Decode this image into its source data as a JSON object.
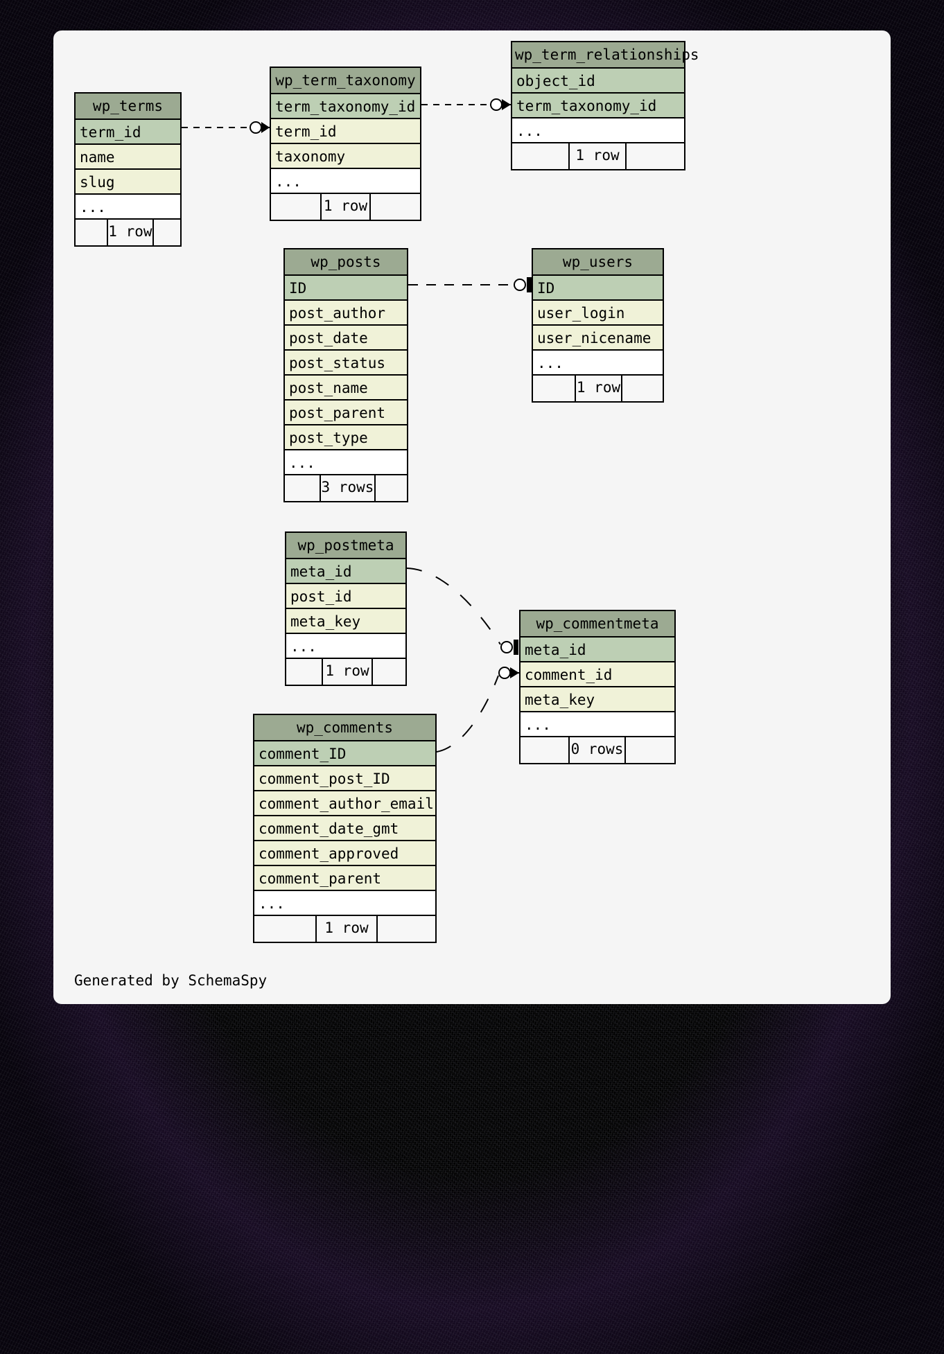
{
  "diagram": {
    "generator_text": "Generated by SchemaSpy",
    "colors": {
      "title_bg": "#9caa92",
      "pk_bg": "#bdcfb4",
      "column_bg": "#f0f2d8",
      "canvas_bg": "#f5f5f5",
      "border": "#000000"
    }
  },
  "tables": [
    {
      "name": "wp_terms",
      "columns": [
        {
          "label": "term_id",
          "kind": "pk"
        },
        {
          "label": "name",
          "kind": "column"
        },
        {
          "label": "slug",
          "kind": "column"
        },
        {
          "label": "...",
          "kind": "more"
        }
      ],
      "footer": {
        "left": "",
        "center": "1 row",
        "right": ""
      }
    },
    {
      "name": "wp_term_taxonomy",
      "columns": [
        {
          "label": "term_taxonomy_id",
          "kind": "pk"
        },
        {
          "label": "term_id",
          "kind": "column"
        },
        {
          "label": "taxonomy",
          "kind": "column"
        },
        {
          "label": "...",
          "kind": "more"
        }
      ],
      "footer": {
        "left": "",
        "center": "1 row",
        "right": ""
      }
    },
    {
      "name": "wp_term_relationships",
      "columns": [
        {
          "label": "object_id",
          "kind": "pk"
        },
        {
          "label": "term_taxonomy_id",
          "kind": "pk"
        },
        {
          "label": "...",
          "kind": "more"
        }
      ],
      "footer": {
        "left": "",
        "center": "1 row",
        "right": ""
      }
    },
    {
      "name": "wp_posts",
      "columns": [
        {
          "label": "ID",
          "kind": "pk"
        },
        {
          "label": "post_author",
          "kind": "column"
        },
        {
          "label": "post_date",
          "kind": "column"
        },
        {
          "label": "post_status",
          "kind": "column"
        },
        {
          "label": "post_name",
          "kind": "column"
        },
        {
          "label": "post_parent",
          "kind": "column"
        },
        {
          "label": "post_type",
          "kind": "column"
        },
        {
          "label": "...",
          "kind": "more"
        }
      ],
      "footer": {
        "left": "",
        "center": "3 rows",
        "right": ""
      }
    },
    {
      "name": "wp_users",
      "columns": [
        {
          "label": "ID",
          "kind": "pk"
        },
        {
          "label": "user_login",
          "kind": "column"
        },
        {
          "label": "user_nicename",
          "kind": "column"
        },
        {
          "label": "...",
          "kind": "more"
        }
      ],
      "footer": {
        "left": "",
        "center": "1 row",
        "right": ""
      }
    },
    {
      "name": "wp_postmeta",
      "columns": [
        {
          "label": "meta_id",
          "kind": "pk"
        },
        {
          "label": "post_id",
          "kind": "column"
        },
        {
          "label": "meta_key",
          "kind": "column"
        },
        {
          "label": "...",
          "kind": "more"
        }
      ],
      "footer": {
        "left": "",
        "center": "1 row",
        "right": ""
      }
    },
    {
      "name": "wp_commentmeta",
      "columns": [
        {
          "label": "meta_id",
          "kind": "pk"
        },
        {
          "label": "comment_id",
          "kind": "column"
        },
        {
          "label": "meta_key",
          "kind": "column"
        },
        {
          "label": "...",
          "kind": "more"
        }
      ],
      "footer": {
        "left": "",
        "center": "0 rows",
        "right": ""
      }
    },
    {
      "name": "wp_comments",
      "columns": [
        {
          "label": "comment_ID",
          "kind": "pk"
        },
        {
          "label": "comment_post_ID",
          "kind": "column"
        },
        {
          "label": "comment_author_email",
          "kind": "column"
        },
        {
          "label": "comment_date_gmt",
          "kind": "column"
        },
        {
          "label": "comment_approved",
          "kind": "column"
        },
        {
          "label": "comment_parent",
          "kind": "column"
        },
        {
          "label": "...",
          "kind": "more"
        }
      ],
      "footer": {
        "left": "",
        "center": "1 row",
        "right": ""
      }
    }
  ],
  "relationships": [
    {
      "from": "wp_terms.term_id",
      "to": "wp_term_taxonomy.term_id",
      "style": "dashed"
    },
    {
      "from": "wp_term_taxonomy.term_taxonomy_id",
      "to": "wp_term_relationships.term_taxonomy_id",
      "style": "dashed"
    },
    {
      "from": "wp_posts.ID",
      "to": "wp_users.ID",
      "style": "dashed"
    },
    {
      "from": "wp_postmeta.meta_id",
      "to": "wp_commentmeta.meta_id",
      "style": "dashed-curve"
    },
    {
      "from": "wp_comments.comment_ID",
      "to": "wp_commentmeta.comment_id",
      "style": "dashed-curve"
    }
  ]
}
